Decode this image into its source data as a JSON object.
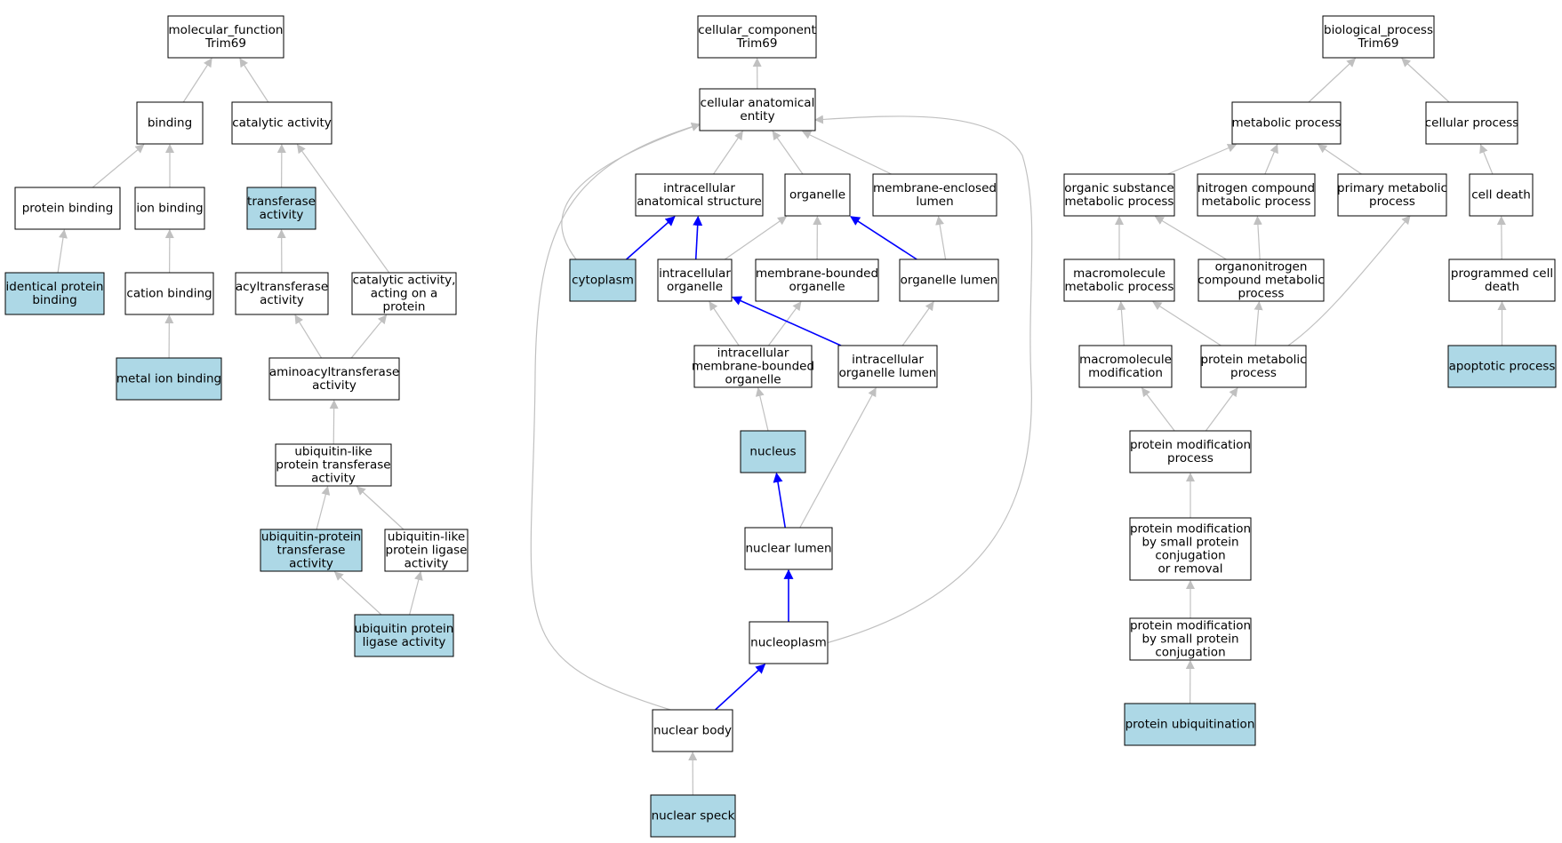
{
  "colors": {
    "node_fill": "#ffffff",
    "highlight_fill": "#add8e6",
    "edge_default": "#c0c0c0",
    "edge_path": "#0000ff",
    "border": "#000000"
  },
  "nodes": [
    {
      "id": "mf",
      "lines": [
        "molecular_function",
        "Trim69"
      ],
      "highlight": false
    },
    {
      "id": "binding",
      "lines": [
        "binding"
      ],
      "highlight": false
    },
    {
      "id": "catalytic",
      "lines": [
        "catalytic activity"
      ],
      "highlight": false
    },
    {
      "id": "protein_binding",
      "lines": [
        "protein binding"
      ],
      "highlight": false
    },
    {
      "id": "ion_binding",
      "lines": [
        "ion binding"
      ],
      "highlight": false
    },
    {
      "id": "transferase",
      "lines": [
        "transferase",
        "activity"
      ],
      "highlight": true
    },
    {
      "id": "identical_protein_binding",
      "lines": [
        "identical protein",
        "binding"
      ],
      "highlight": true
    },
    {
      "id": "cation_binding",
      "lines": [
        "cation binding"
      ],
      "highlight": false
    },
    {
      "id": "acyltransferase",
      "lines": [
        "acyltransferase",
        "activity"
      ],
      "highlight": false
    },
    {
      "id": "catalytic_on_protein",
      "lines": [
        "catalytic activity,",
        "acting on a",
        "protein"
      ],
      "highlight": false
    },
    {
      "id": "metal_ion_binding",
      "lines": [
        "metal ion binding"
      ],
      "highlight": true
    },
    {
      "id": "aminoacyltransferase",
      "lines": [
        "aminoacyltransferase",
        "activity"
      ],
      "highlight": false
    },
    {
      "id": "ubl_transferase",
      "lines": [
        "ubiquitin-like",
        "protein transferase",
        "activity"
      ],
      "highlight": false
    },
    {
      "id": "ub_transferase",
      "lines": [
        "ubiquitin-protein",
        "transferase",
        "activity"
      ],
      "highlight": true
    },
    {
      "id": "ubl_ligase",
      "lines": [
        "ubiquitin-like",
        "protein ligase",
        "activity"
      ],
      "highlight": false
    },
    {
      "id": "ub_ligase",
      "lines": [
        "ubiquitin protein",
        "ligase activity"
      ],
      "highlight": true
    },
    {
      "id": "cc",
      "lines": [
        "cellular_component",
        "Trim69"
      ],
      "highlight": false
    },
    {
      "id": "cae",
      "lines": [
        "cellular anatomical",
        "entity"
      ],
      "highlight": false
    },
    {
      "id": "ias",
      "lines": [
        "intracellular",
        "anatomical structure"
      ],
      "highlight": false
    },
    {
      "id": "organelle",
      "lines": [
        "organelle"
      ],
      "highlight": false
    },
    {
      "id": "mel",
      "lines": [
        "membrane-enclosed",
        "lumen"
      ],
      "highlight": false
    },
    {
      "id": "cytoplasm",
      "lines": [
        "cytoplasm"
      ],
      "highlight": true
    },
    {
      "id": "io",
      "lines": [
        "intracellular",
        "organelle"
      ],
      "highlight": false
    },
    {
      "id": "mbo",
      "lines": [
        "membrane-bounded",
        "organelle"
      ],
      "highlight": false
    },
    {
      "id": "ol",
      "lines": [
        "organelle lumen"
      ],
      "highlight": false
    },
    {
      "id": "imbo",
      "lines": [
        "intracellular",
        "membrane-bounded",
        "organelle"
      ],
      "highlight": false
    },
    {
      "id": "iol",
      "lines": [
        "intracellular",
        "organelle lumen"
      ],
      "highlight": false
    },
    {
      "id": "nucleus",
      "lines": [
        "nucleus"
      ],
      "highlight": true
    },
    {
      "id": "nl",
      "lines": [
        "nuclear lumen"
      ],
      "highlight": false
    },
    {
      "id": "np",
      "lines": [
        "nucleoplasm"
      ],
      "highlight": false
    },
    {
      "id": "nb",
      "lines": [
        "nuclear body"
      ],
      "highlight": false
    },
    {
      "id": "ns",
      "lines": [
        "nuclear speck"
      ],
      "highlight": true
    },
    {
      "id": "bp",
      "lines": [
        "biological_process",
        "Trim69"
      ],
      "highlight": false
    },
    {
      "id": "metabolic",
      "lines": [
        "metabolic process"
      ],
      "highlight": false
    },
    {
      "id": "cellular_process",
      "lines": [
        "cellular process"
      ],
      "highlight": false
    },
    {
      "id": "osmp",
      "lines": [
        "organic substance",
        "metabolic process"
      ],
      "highlight": false
    },
    {
      "id": "ncmp",
      "lines": [
        "nitrogen compound",
        "metabolic process"
      ],
      "highlight": false
    },
    {
      "id": "pmp",
      "lines": [
        "primary metabolic",
        "process"
      ],
      "highlight": false
    },
    {
      "id": "cell_death",
      "lines": [
        "cell death"
      ],
      "highlight": false
    },
    {
      "id": "mmp",
      "lines": [
        "macromolecule",
        "metabolic process"
      ],
      "highlight": false
    },
    {
      "id": "oncmp",
      "lines": [
        "organonitrogen",
        "compound metabolic",
        "process"
      ],
      "highlight": false
    },
    {
      "id": "pcd",
      "lines": [
        "programmed cell",
        "death"
      ],
      "highlight": false
    },
    {
      "id": "mm",
      "lines": [
        "macromolecule",
        "modification"
      ],
      "highlight": false
    },
    {
      "id": "protmp",
      "lines": [
        "protein metabolic",
        "process"
      ],
      "highlight": false
    },
    {
      "id": "apoptotic",
      "lines": [
        "apoptotic process"
      ],
      "highlight": true
    },
    {
      "id": "pmod",
      "lines": [
        "protein modification",
        "process"
      ],
      "highlight": false
    },
    {
      "id": "pmod_spc_or_removal",
      "lines": [
        "protein modification",
        "by small protein",
        "conjugation",
        "or removal"
      ],
      "highlight": false
    },
    {
      "id": "pmod_spc",
      "lines": [
        "protein modification",
        "by small protein",
        "conjugation"
      ],
      "highlight": false
    },
    {
      "id": "pub",
      "lines": [
        "protein ubiquitination"
      ],
      "highlight": true
    }
  ],
  "edges": [
    {
      "from": "binding",
      "to": "mf",
      "path": false
    },
    {
      "from": "catalytic",
      "to": "mf",
      "path": false
    },
    {
      "from": "protein_binding",
      "to": "binding",
      "path": false
    },
    {
      "from": "ion_binding",
      "to": "binding",
      "path": false
    },
    {
      "from": "transferase",
      "to": "catalytic",
      "path": false
    },
    {
      "from": "catalytic_on_protein",
      "to": "catalytic",
      "path": false
    },
    {
      "from": "identical_protein_binding",
      "to": "protein_binding",
      "path": false
    },
    {
      "from": "cation_binding",
      "to": "ion_binding",
      "path": false
    },
    {
      "from": "acyltransferase",
      "to": "transferase",
      "path": false
    },
    {
      "from": "metal_ion_binding",
      "to": "cation_binding",
      "path": false
    },
    {
      "from": "aminoacyltransferase",
      "to": "acyltransferase",
      "path": false
    },
    {
      "from": "aminoacyltransferase",
      "to": "catalytic_on_protein",
      "path": false
    },
    {
      "from": "ubl_transferase",
      "to": "aminoacyltransferase",
      "path": false
    },
    {
      "from": "ub_transferase",
      "to": "ubl_transferase",
      "path": false
    },
    {
      "from": "ubl_ligase",
      "to": "ubl_transferase",
      "path": false
    },
    {
      "from": "ub_ligase",
      "to": "ub_transferase",
      "path": false
    },
    {
      "from": "ub_ligase",
      "to": "ubl_ligase",
      "path": false
    },
    {
      "from": "cae",
      "to": "cc",
      "path": false
    },
    {
      "from": "ias",
      "to": "cae",
      "path": false
    },
    {
      "from": "organelle",
      "to": "cae",
      "path": false
    },
    {
      "from": "mel",
      "to": "cae",
      "path": false
    },
    {
      "from": "cytoplasm",
      "to": "cae",
      "path": false,
      "curve": "cyto"
    },
    {
      "from": "nb",
      "to": "cae",
      "path": false,
      "curve": "nb"
    },
    {
      "from": "np",
      "to": "cae",
      "path": false,
      "curve": "np"
    },
    {
      "from": "cytoplasm",
      "to": "ias",
      "path": true
    },
    {
      "from": "io",
      "to": "ias",
      "path": true
    },
    {
      "from": "io",
      "to": "organelle",
      "path": false
    },
    {
      "from": "mbo",
      "to": "organelle",
      "path": false
    },
    {
      "from": "ol",
      "to": "organelle",
      "path": true
    },
    {
      "from": "ol",
      "to": "mel",
      "path": false
    },
    {
      "from": "imbo",
      "to": "io",
      "path": false
    },
    {
      "from": "imbo",
      "to": "mbo",
      "path": false
    },
    {
      "from": "iol",
      "to": "io",
      "path": true
    },
    {
      "from": "iol",
      "to": "ol",
      "path": false
    },
    {
      "from": "nucleus",
      "to": "imbo",
      "path": false
    },
    {
      "from": "nl",
      "to": "nucleus",
      "path": true
    },
    {
      "from": "nl",
      "to": "iol",
      "path": false
    },
    {
      "from": "np",
      "to": "nl",
      "path": true
    },
    {
      "from": "nb",
      "to": "np",
      "path": true
    },
    {
      "from": "ns",
      "to": "nb",
      "path": false
    },
    {
      "from": "metabolic",
      "to": "bp",
      "path": false
    },
    {
      "from": "cellular_process",
      "to": "bp",
      "path": false
    },
    {
      "from": "osmp",
      "to": "metabolic",
      "path": false
    },
    {
      "from": "ncmp",
      "to": "metabolic",
      "path": false
    },
    {
      "from": "pmp",
      "to": "metabolic",
      "path": false
    },
    {
      "from": "cell_death",
      "to": "cellular_process",
      "path": false
    },
    {
      "from": "mmp",
      "to": "osmp",
      "path": false
    },
    {
      "from": "oncmp",
      "to": "osmp",
      "path": false
    },
    {
      "from": "oncmp",
      "to": "ncmp",
      "path": false
    },
    {
      "from": "pcd",
      "to": "cell_death",
      "path": false
    },
    {
      "from": "mm",
      "to": "mmp",
      "path": false
    },
    {
      "from": "protmp",
      "to": "mmp",
      "path": false
    },
    {
      "from": "protmp",
      "to": "oncmp",
      "path": false
    },
    {
      "from": "protmp",
      "to": "pmp",
      "path": false,
      "curve": "protmp"
    },
    {
      "from": "apoptotic",
      "to": "pcd",
      "path": false
    },
    {
      "from": "pmod",
      "to": "mm",
      "path": false
    },
    {
      "from": "pmod",
      "to": "protmp",
      "path": false
    },
    {
      "from": "pmod_spc_or_removal",
      "to": "pmod",
      "path": false
    },
    {
      "from": "pmod_spc",
      "to": "pmod_spc_or_removal",
      "path": false
    },
    {
      "from": "pub",
      "to": "pmod_spc",
      "path": false
    }
  ]
}
